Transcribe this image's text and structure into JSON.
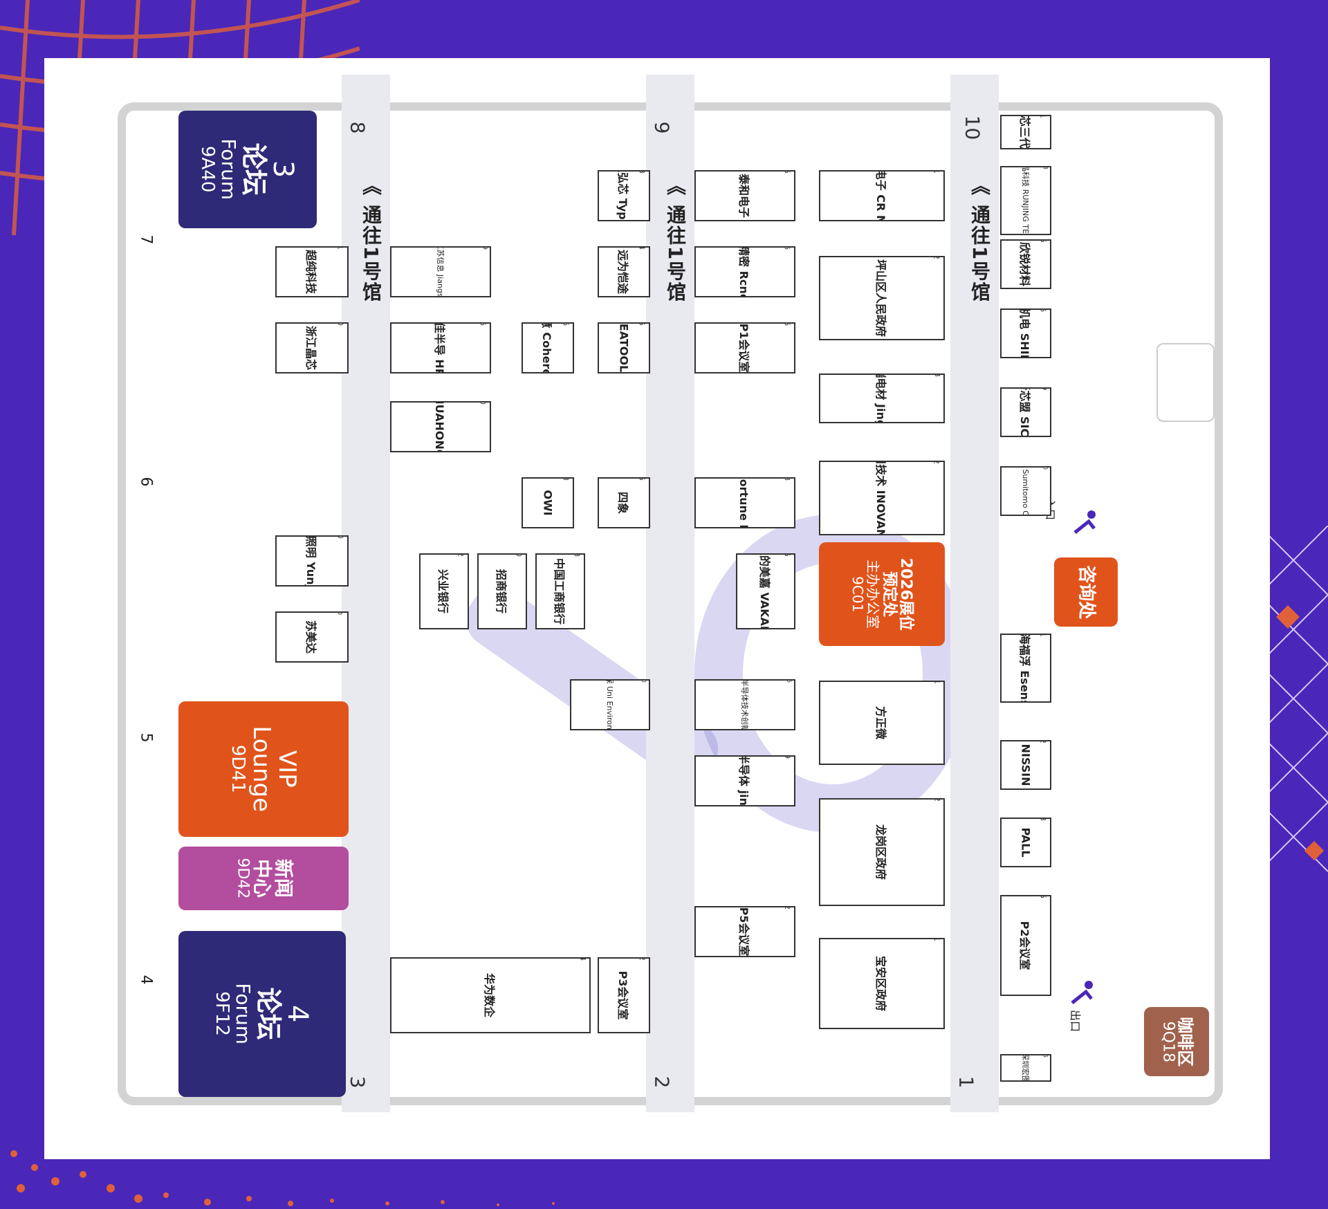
{
  "aisles": {
    "a8": "8",
    "a9": "9",
    "a10": "10",
    "a3": "3",
    "a2": "2",
    "a1": "1",
    "side7": "7",
    "side6": "6",
    "side5": "5",
    "side4": "4",
    "to_hall1": "《 通往1号馆"
  },
  "blocks": {
    "forum3_num": "3",
    "forum3_zh": "论坛",
    "forum3_en": "Forum",
    "forum3_id": "9A40",
    "forum4_num": "4",
    "forum4_zh": "论坛",
    "forum4_en": "Forum",
    "forum4_id": "9F12",
    "vip_en1": "VIP",
    "vip_en2": "Lounge",
    "vip_id": "9D41",
    "news_zh1": "新闻",
    "news_zh2": "中心",
    "news_id": "9D42",
    "reserve_l1": "2026展位",
    "reserve_l2": "预定处",
    "reserve_l3": "主办办公室",
    "reserve_id": "9C01",
    "info_desk": "咨询处",
    "cafe_zh": "咖啡区",
    "cafe_id": "9Q18",
    "entrance": "入口",
    "exit": "出口"
  },
  "booths": [
    {
      "id": "9A01",
      "name": "华润微电子 CR MICRO"
    },
    {
      "id": "9A02",
      "name": "坪山区人民政府"
    },
    {
      "id": "9D13",
      "name": "晶瑞电材 Jingru"
    },
    {
      "id": "9B02",
      "name": "汇川技术 INOVANCE"
    },
    {
      "id": "9D01",
      "name": "方正微"
    },
    {
      "id": "9D02",
      "name": "龙岗区政府"
    },
    {
      "id": "9E01",
      "name": "宝安区政府"
    },
    {
      "id": "9A05",
      "name": "泰和电子"
    },
    {
      "id": "9A06",
      "name": "朗德精密 Rcneind"
    },
    {
      "id": "9B06",
      "name": "P1会议室"
    },
    {
      "id": "9B08",
      "name": "普创精密 Fortune Precision"
    },
    {
      "id": "9C05",
      "name": "佳的美嘉 VAKAIR"
    },
    {
      "id": "9D06",
      "name": "国家第三代半导体技术创新中心(深圳)"
    },
    {
      "id": "9E09",
      "name": "新微半导体 jingrui"
    },
    {
      "id": "9E02",
      "name": "P5会议室"
    },
    {
      "id": "9A13",
      "name": "创胜弘芯 Typical"
    },
    {
      "id": "9A14",
      "name": "远为恺途"
    },
    {
      "id": "9A15",
      "name": "SEATOOLS"
    },
    {
      "id": "9B15",
      "name": "四象"
    },
    {
      "id": "9D10",
      "name": "优质环保 Uni Environmental"
    },
    {
      "id": "9E12",
      "name": "P3会议室"
    },
    {
      "id": "9E14",
      "name": "华为数企"
    },
    {
      "id": "9A16",
      "name": "高意 Coherent"
    },
    {
      "id": "9B13",
      "name": "OWI"
    },
    {
      "id": "9C08",
      "name": "中国工商银行"
    },
    {
      "id": "9C10",
      "name": "招商银行"
    },
    {
      "id": "9C12",
      "name": "兴业银行"
    },
    {
      "id": "9B20",
      "name": "华虹集团 HUAHONG GROUP"
    },
    {
      "id": "9A26",
      "name": "八佳半导 HPC"
    },
    {
      "id": "9A29",
      "name": "江苏信息 Jiangsu"
    },
    {
      "id": "9A31",
      "name": "超纯科技"
    },
    {
      "id": "9B30",
      "name": "浙江晶芯"
    },
    {
      "id": "9C20",
      "name": "云镜照明 Yunjing"
    },
    {
      "id": "9E14b",
      "name": "苏美达"
    },
    {
      "id": "9Q01",
      "name": "芯三代"
    },
    {
      "id": "9Q03",
      "name": "润晶科技 RUNJING TECH"
    },
    {
      "id": "9Q05",
      "name": "欣锐材料"
    },
    {
      "id": "9Q06",
      "name": "世强机电 SHIHAO"
    },
    {
      "id": "9Q07",
      "name": "新芯盟 SICA"
    },
    {
      "id": "9Q10",
      "name": "住友化学 Sumitomo Chemical"
    },
    {
      "id": "9Q11",
      "name": "上海福浮 Esense"
    },
    {
      "id": "9Q12",
      "name": "NISSIN"
    },
    {
      "id": "9Q13",
      "name": "PALL"
    },
    {
      "id": "9Q15",
      "name": "P2会议室"
    },
    {
      "id": "9Q16",
      "name": "深圳宏图"
    }
  ]
}
